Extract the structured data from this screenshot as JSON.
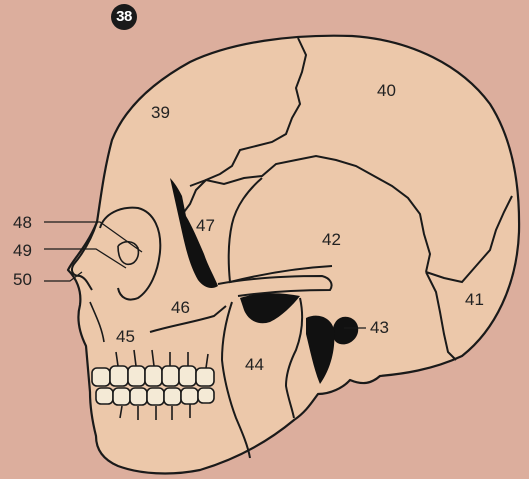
{
  "figure": {
    "number": "38"
  },
  "colors": {
    "background": "#dcae9d",
    "bone": "#ecc8aa",
    "outline": "#1a1a1a",
    "hole": "#111111"
  },
  "regions": [
    {
      "id": "39"
    },
    {
      "id": "40"
    },
    {
      "id": "41"
    },
    {
      "id": "42"
    },
    {
      "id": "43"
    },
    {
      "id": "44"
    },
    {
      "id": "45"
    },
    {
      "id": "46"
    },
    {
      "id": "47"
    }
  ],
  "pointers": [
    {
      "id": "48"
    },
    {
      "id": "49"
    },
    {
      "id": "50"
    }
  ]
}
